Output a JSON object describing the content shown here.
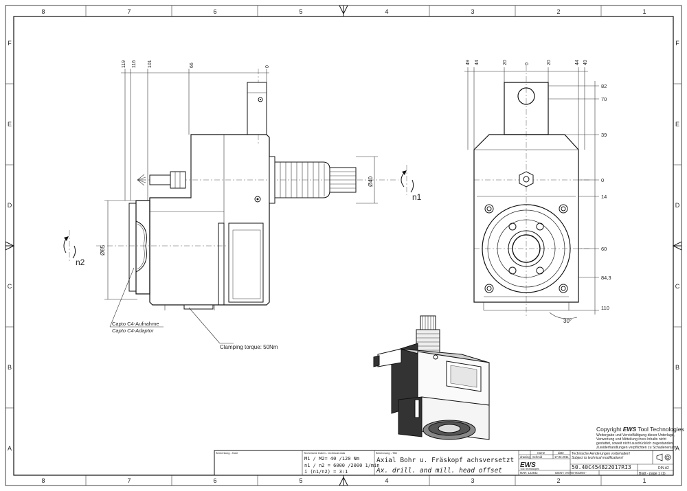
{
  "border": {
    "cols_top": [
      "8",
      "7",
      "6",
      "5",
      "4",
      "3",
      "2",
      "1"
    ],
    "cols_bottom": [
      "8",
      "7",
      "6",
      "5",
      "4",
      "3",
      "2",
      "1"
    ],
    "rows_left": [
      "F",
      "E",
      "D",
      "C",
      "B",
      "A"
    ],
    "rows_right": [
      "F",
      "E",
      "D",
      "C",
      "B",
      "A"
    ]
  },
  "side_view": {
    "dims_top": [
      "119",
      "116",
      "101",
      "66",
      "0"
    ],
    "dia_left": "Ø85",
    "dia_right": "Ø40",
    "n1": "n1",
    "n2": "n2",
    "capto_de": "Capto C4-Aufnahme",
    "capto_en": "Capto C4-Adaptor",
    "clamping": "Clamping torque: 50Nm"
  },
  "front_view": {
    "dims_top": [
      "49",
      "44",
      "20",
      "0",
      "20",
      "44",
      "49"
    ],
    "dims_right": [
      "82",
      "70",
      "39",
      "0",
      "14",
      "60",
      "84,3",
      "110"
    ],
    "angle": "30°"
  },
  "copyright": {
    "title_prefix": "Copyright ",
    "brand": "EWS",
    "title_suffix": " Tool Technologies",
    "lines": [
      "Weitergabe und Vervielfältigung dieser Unterlage,",
      "Verwertung und Mitteilung ihres Inhalts nicht",
      "gestattet, soweit nicht ausdrücklich zugestanden.",
      "Zuwiderhandlungen verpflichten zu Schadenersatz."
    ]
  },
  "title_block": {
    "remark_label": "Bemerkung - Note",
    "tech_label": "Technische Daten - technical data",
    "m_line": "M1 / M2= 40  /120 Nm",
    "n_line": "n1 / n2 = 6000 /2000  1/min",
    "i_line": "i (n1/n2) = 3:1",
    "desc_label": "Benennung - Title",
    "title_de": "Axial Bohr u. Fräskopf achsversetzt",
    "title_en": "Ax. drill. and mill. head offset",
    "name_header": "name",
    "date_header": "date",
    "drawing_label": "drawing",
    "drawn_by": "Schmid",
    "drawn_date": "17.02.2011",
    "logo": "EWS",
    "logo_sub": "Tool Technologies",
    "changes_de": "Technische Aenderungen vorbehalten!",
    "changes_en": "Subject to technical modifications!",
    "part_number": "50.40C454822017RI3",
    "mat_nr": "MAR: 123842",
    "ident": "IDENT: 0-EWS-001894 -",
    "format": "DIN A2",
    "sheet": "Blatt - page  1 (1)"
  }
}
